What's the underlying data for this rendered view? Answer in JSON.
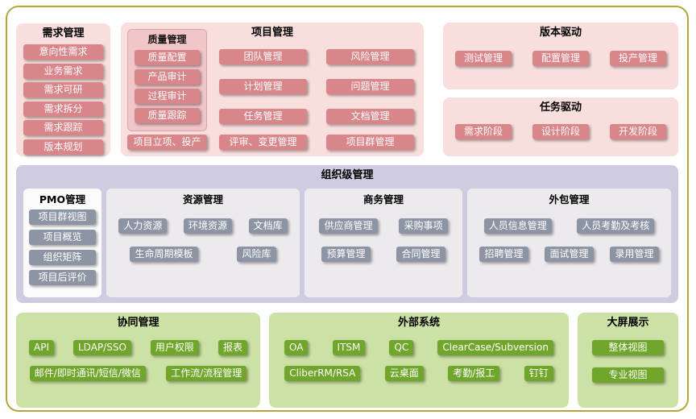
{
  "diagram": {
    "requirements": {
      "title": "需求管理",
      "items": [
        "意向性需求",
        "业务需求",
        "需求可研",
        "需求拆分",
        "需求跟踪",
        "版本规划"
      ]
    },
    "project": {
      "title": "项目管理",
      "quality": {
        "title": "质量管理",
        "items": [
          "质量配置",
          "产品审计",
          "过程审计",
          "质量跟踪"
        ]
      },
      "left_column": [
        "团队管理",
        "计划管理",
        "任务管理"
      ],
      "right_column": [
        "风险管理",
        "问题管理",
        "文档管理"
      ],
      "bottom_row": [
        "项目立项、投产",
        "评审、变更管理",
        "项目群管理"
      ]
    },
    "version_driven": {
      "title": "版本驱动",
      "items": [
        "测试管理",
        "配置管理",
        "投产管理"
      ]
    },
    "task_driven": {
      "title": "任务驱动",
      "items": [
        "需求阶段",
        "设计阶段",
        "开发阶段"
      ]
    },
    "organization": {
      "title": "组织级管理",
      "pmo": {
        "title": "PMO管理",
        "items": [
          "项目群视图",
          "项目概览",
          "组织矩阵",
          "项目后评价"
        ]
      },
      "resource": {
        "title": "资源管理",
        "row1": [
          "人力资源",
          "环境资源",
          "文档库"
        ],
        "row2": [
          "生命周期模板",
          "风险库"
        ]
      },
      "business": {
        "title": "商务管理",
        "row1": [
          "供应商管理",
          "采购事项"
        ],
        "row2": [
          "预算管理",
          "合同管理"
        ]
      },
      "outsourcing": {
        "title": "外包管理",
        "row1": [
          "人员信息管理",
          "人员考勤及考核"
        ],
        "row2": [
          "招聘管理",
          "面试管理",
          "录用管理"
        ]
      }
    },
    "collaboration": {
      "title": "协同管理",
      "row1": [
        "API",
        "LDAP/SSO",
        "用户权限",
        "报表"
      ],
      "row2": [
        "邮件/即时通讯/短信/微信",
        "工作流/流程管理"
      ]
    },
    "external_systems": {
      "title": "外部系统",
      "row1": [
        "OA",
        "ITSM",
        "QC",
        "ClearCase/Subversion"
      ],
      "row2": [
        "CliberRM/RSA",
        "云桌面",
        "考勤/报工",
        "钉钉"
      ]
    },
    "big_screen": {
      "title": "大屏展示",
      "items": [
        "整体视图",
        "专业视图"
      ]
    }
  },
  "colors": {
    "frame_border": "#b3a73b",
    "pink_panel": "#f8dedd",
    "pink_block": "#d8868a",
    "quality_panel": "#f1c6c9",
    "lavender_panel": "#cfcbe0",
    "gray_block": "#8d94a4",
    "org_subpanel": "#edeaee",
    "green_panel": "#cce1a5",
    "green_block": "#71a62c"
  }
}
